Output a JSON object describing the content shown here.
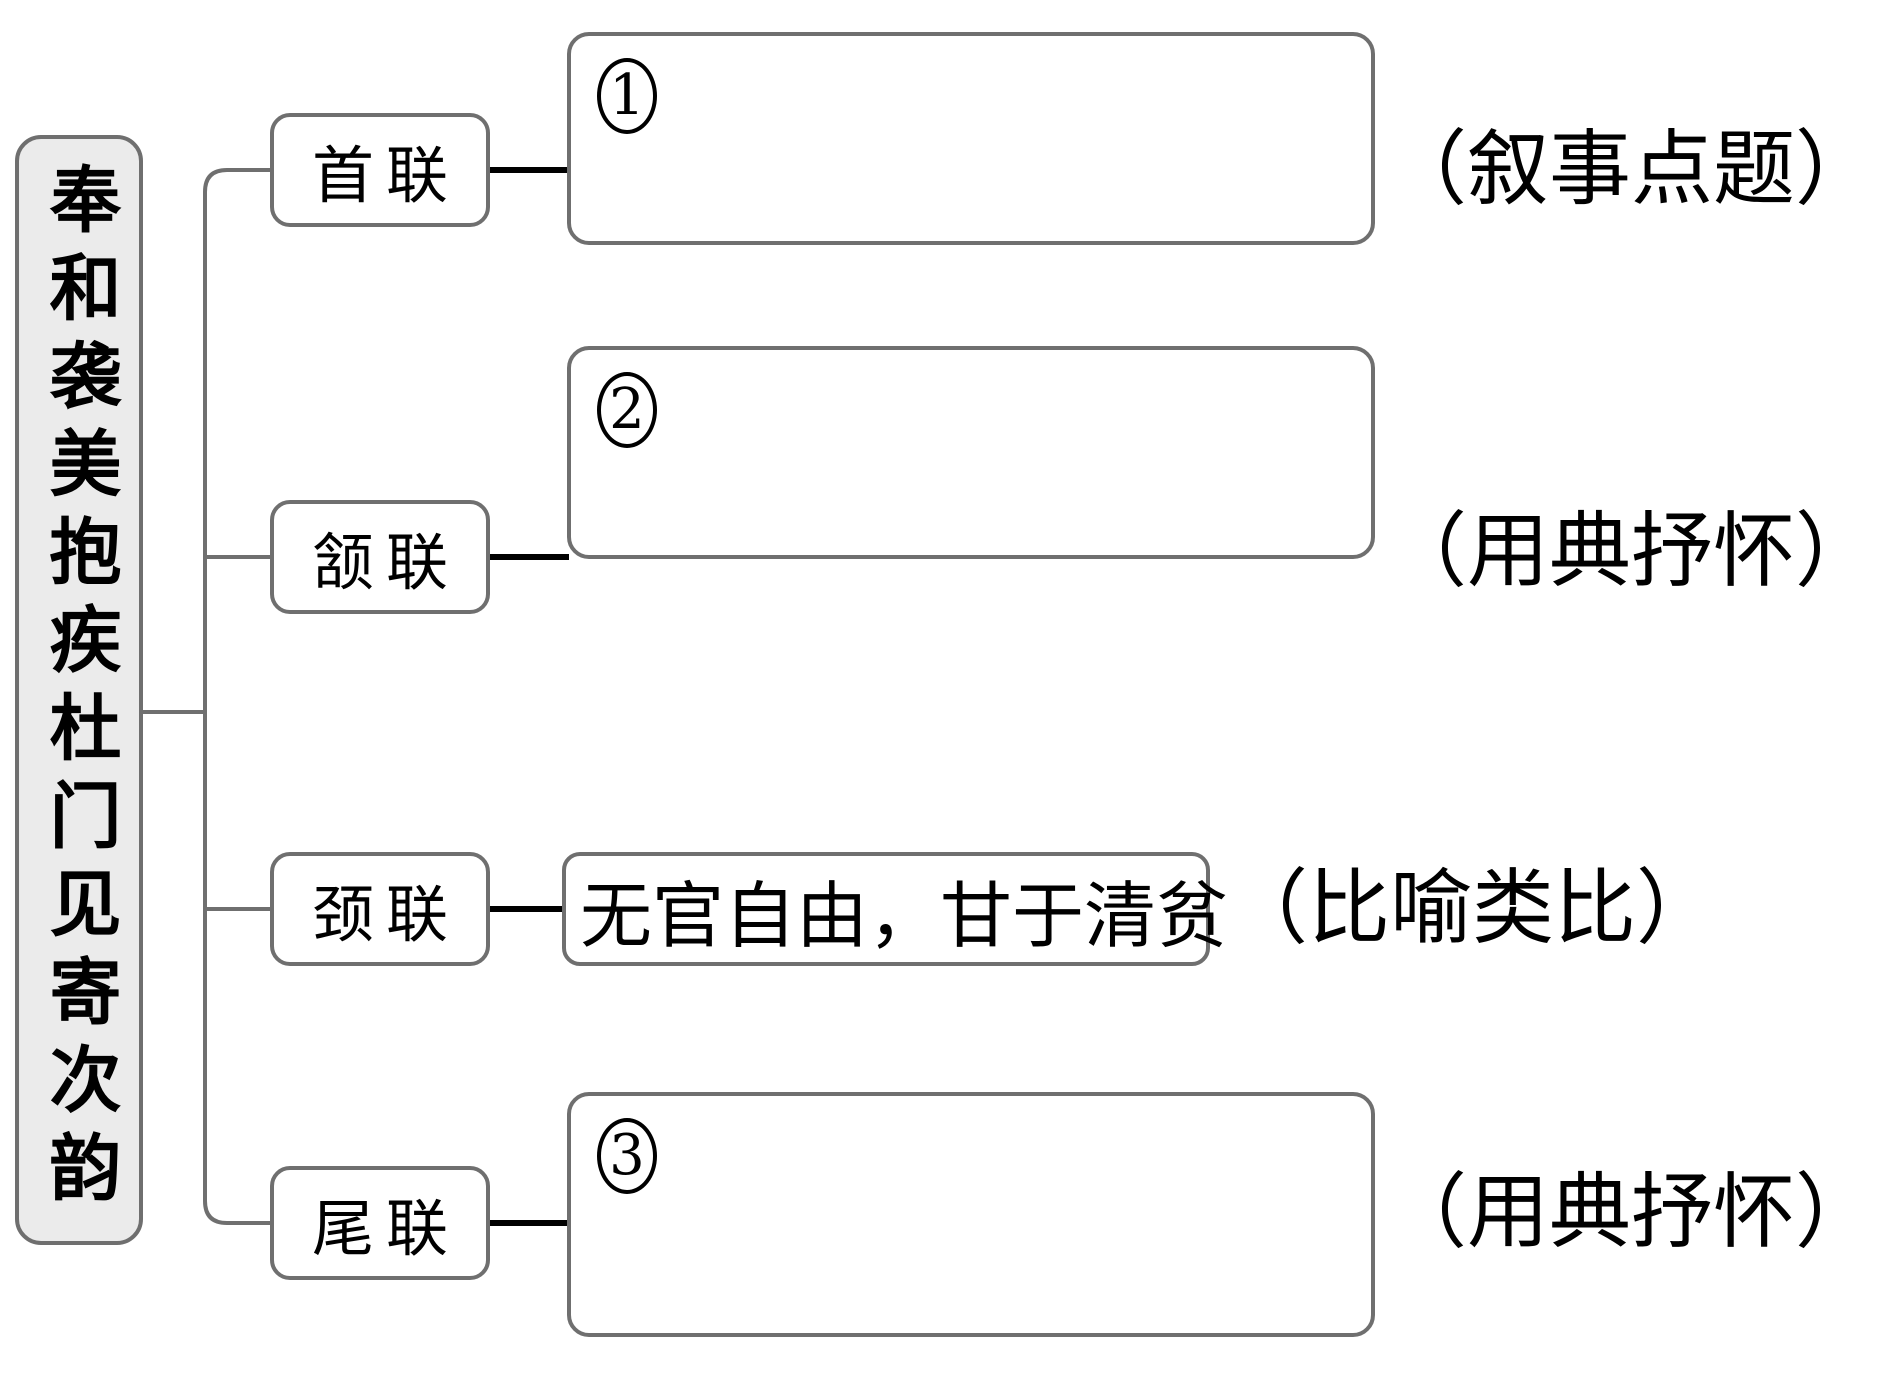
{
  "colors": {
    "border_gray": "#6f6f6f",
    "connector_black": "#000000",
    "title_fill": "#ebebeb",
    "box_fill": "#ffffff"
  },
  "diagram": {
    "title": "奉和袭美抱疾杜门见寄次韵",
    "rows": [
      {
        "couplet": "首联",
        "number": "1",
        "annotation": "（叙事点题）"
      },
      {
        "couplet": "颔联",
        "number": "2",
        "annotation": "（用典抒怀）"
      },
      {
        "couplet": "颈联",
        "text": "无官自由，甘于清贫",
        "annotation": "（比喻类比）"
      },
      {
        "couplet": "尾联",
        "number": "3",
        "annotation": "（用典抒怀）"
      }
    ]
  }
}
